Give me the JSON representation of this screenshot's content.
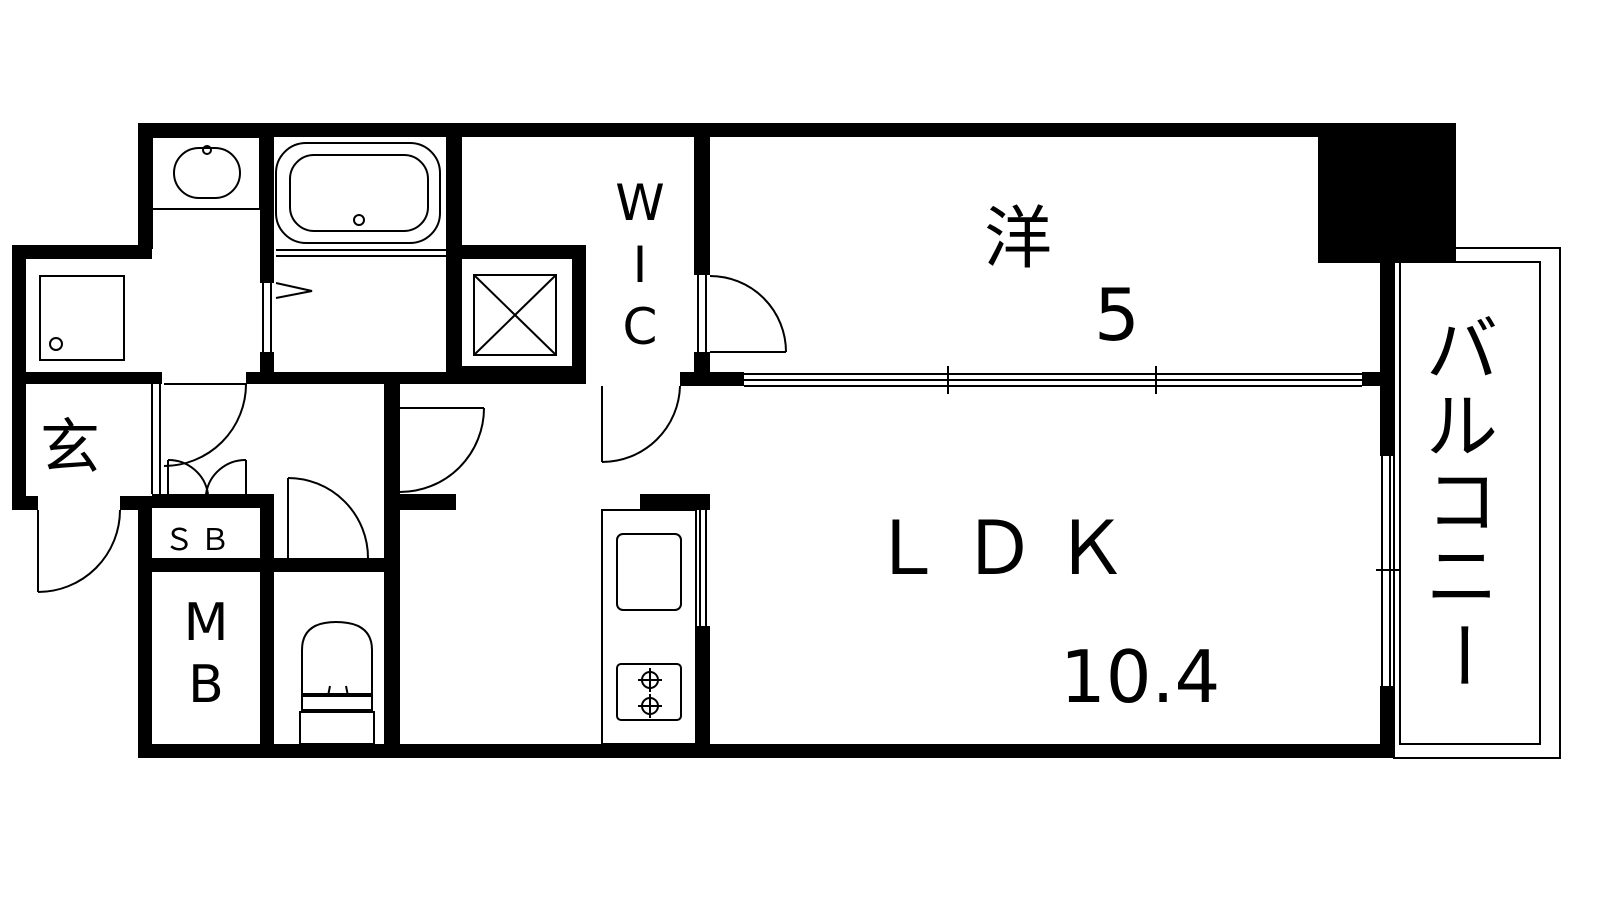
{
  "rooms": {
    "western": {
      "name": "洋",
      "size": "5"
    },
    "ldk": {
      "name": "ＬＤＫ",
      "size": "10.4"
    },
    "wic": {
      "line1": "W",
      "line2": "I",
      "line3": "C"
    },
    "entrance": {
      "name": "玄"
    },
    "shoe_box": {
      "name": "ＳＢ"
    },
    "meter_box": {
      "line1": "M",
      "line2": "B"
    },
    "balcony": {
      "c1": "バ",
      "c2": "ル",
      "c3": "コ",
      "c4": "ニ",
      "c5": "ー"
    }
  },
  "colors": {
    "wall": "#000000",
    "background": "#ffffff",
    "line": "#000000"
  }
}
